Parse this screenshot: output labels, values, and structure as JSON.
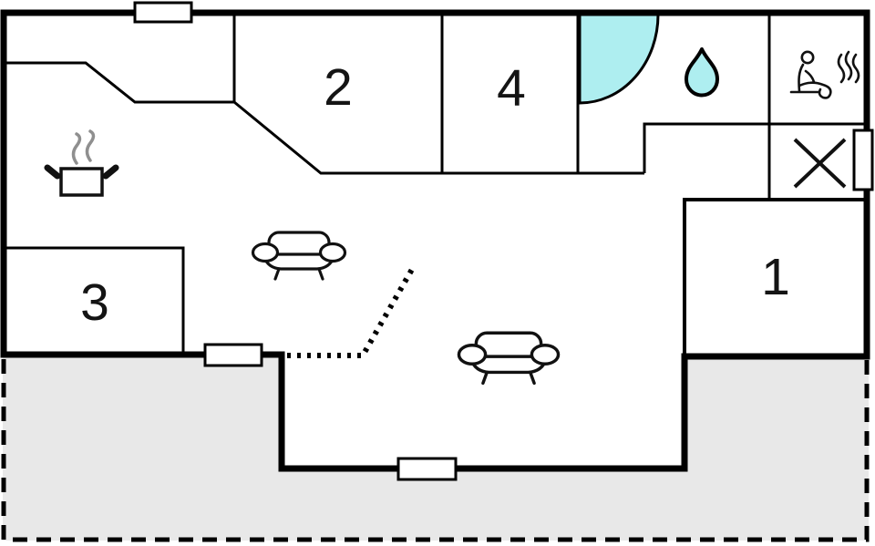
{
  "plan": {
    "type": "floor-plan",
    "rooms": {
      "r1": {
        "label": "1"
      },
      "r2": {
        "label": "2"
      },
      "r3": {
        "label": "3"
      },
      "r4": {
        "label": "4"
      }
    },
    "icons": {
      "cooking_pot": "cooking-pot-with-steam-icon",
      "shower": "shower-quarter-circle-icon",
      "water_drop": "water-drop-icon",
      "sauna": "sauna-person-with-steam-icon",
      "cross_unit": "crossed-box-icon",
      "sofa_left": "sofa-icon",
      "sofa_right": "sofa-icon",
      "windows": [
        "window-top",
        "window-left-bottom",
        "window-bottom-center",
        "window-right"
      ],
      "dotted_partition": "open-partition-dotted-line",
      "terrace": "terrace-area"
    }
  },
  "colors": {
    "water": "#aeeef0",
    "terrace": "#e8e8e8",
    "wall": "#000000",
    "icon_stroke": "#111111",
    "steam": "#8f8f8f",
    "background": "#ffffff"
  }
}
